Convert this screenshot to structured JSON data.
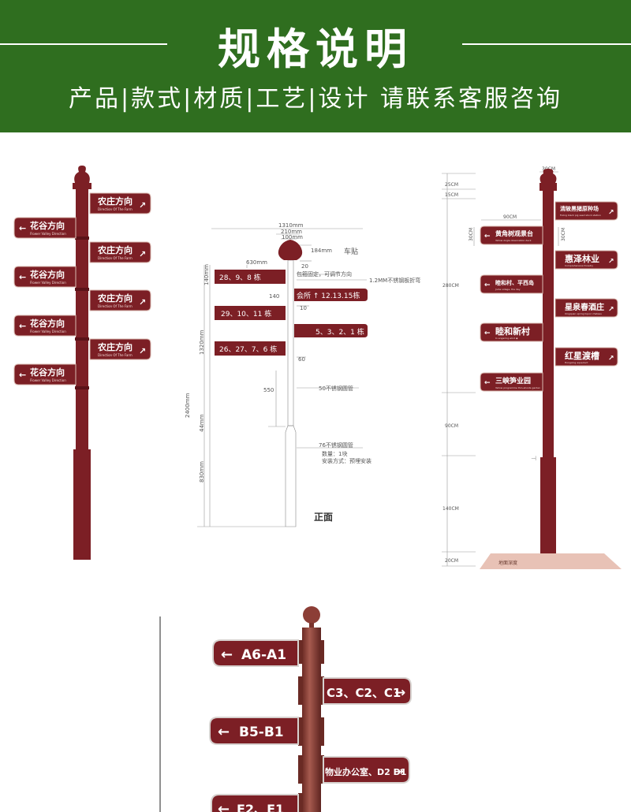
{
  "header": {
    "title": "规格说明",
    "subtitle": "产品|款式|材质|工艺|设计  请联系客服咨询"
  },
  "sign1": {
    "left_label": "花谷方向",
    "left_sub": "Flower Valley Direction",
    "right_label": "农庄方向",
    "right_sub": "Direction Of The Farm"
  },
  "drawing": {
    "dim_1310": "1310mm",
    "dim_210": "210mm",
    "dim_100": "100mm",
    "dim_184": "184mm",
    "note_chetie": "车贴",
    "dim_630": "630mm",
    "dim_20": "20",
    "note_fixed": "包箍固定，可调节方向",
    "dim_140mm": "140mm",
    "dim_140": "140",
    "note_steel": "1.2MM不锈钢板折弯",
    "dim_10": "10",
    "dim_60": "60",
    "dim_550": "550",
    "dim_2400": "2400mm",
    "dim_1320": "1320mm",
    "dim_44": "44mm",
    "dim_830": "830mm",
    "note_pipe50": "50不锈钢圆管",
    "note_pipe76": "76不锈钢圆管",
    "note_qty": "数量：1块",
    "note_install": "安装方式：预埋安装",
    "view_front": "正面",
    "signs": [
      "28、9、8 栋",
      "会所 ↑ 12.13.15栋",
      "29、10、11 栋",
      "5、3、2、1 栋",
      "26、27、7、6 栋"
    ]
  },
  "sign3": {
    "dim_top": "30CM",
    "dim_90": "90CM",
    "dim_30a": "30CM",
    "dim_30b": "30CM",
    "scale": [
      "25CM",
      "15CM",
      "280CM",
      "90CM",
      "140CM",
      "20CM"
    ],
    "ground": "地面深度",
    "signs": [
      {
        "label": "清陂黑猪原种场",
        "sub": "Fuling black pig seed stock station"
      },
      {
        "label": "黄角树观景台",
        "sub": "Yellow Angle observation deck"
      },
      {
        "label": "惠泽林业",
        "sub": "Comprehensive forestry"
      },
      {
        "label": "睦和村、平西岛",
        "sub": "Jiuhe village, the day"
      },
      {
        "label": "星泉春酒庄",
        "sub": "Xingquan spring liquor chateau"
      },
      {
        "label": "睦和新村",
        "sub": "In engaring wind ◆"
      },
      {
        "label": "红星渡槽",
        "sub": "Hongxing aqueduct"
      },
      {
        "label": "三峡笋业园",
        "sub": "Yellow programme thin-shoots garden"
      }
    ]
  },
  "photo": {
    "signs": [
      "A6-A1",
      "C3、C2、C1",
      "B5-B1",
      "物业办公室、D2  D1",
      "E2、E1"
    ]
  },
  "colors": {
    "banner": "#2f6e1f",
    "sign": "#7c1f25",
    "pole_photo": "#8c3e36"
  }
}
